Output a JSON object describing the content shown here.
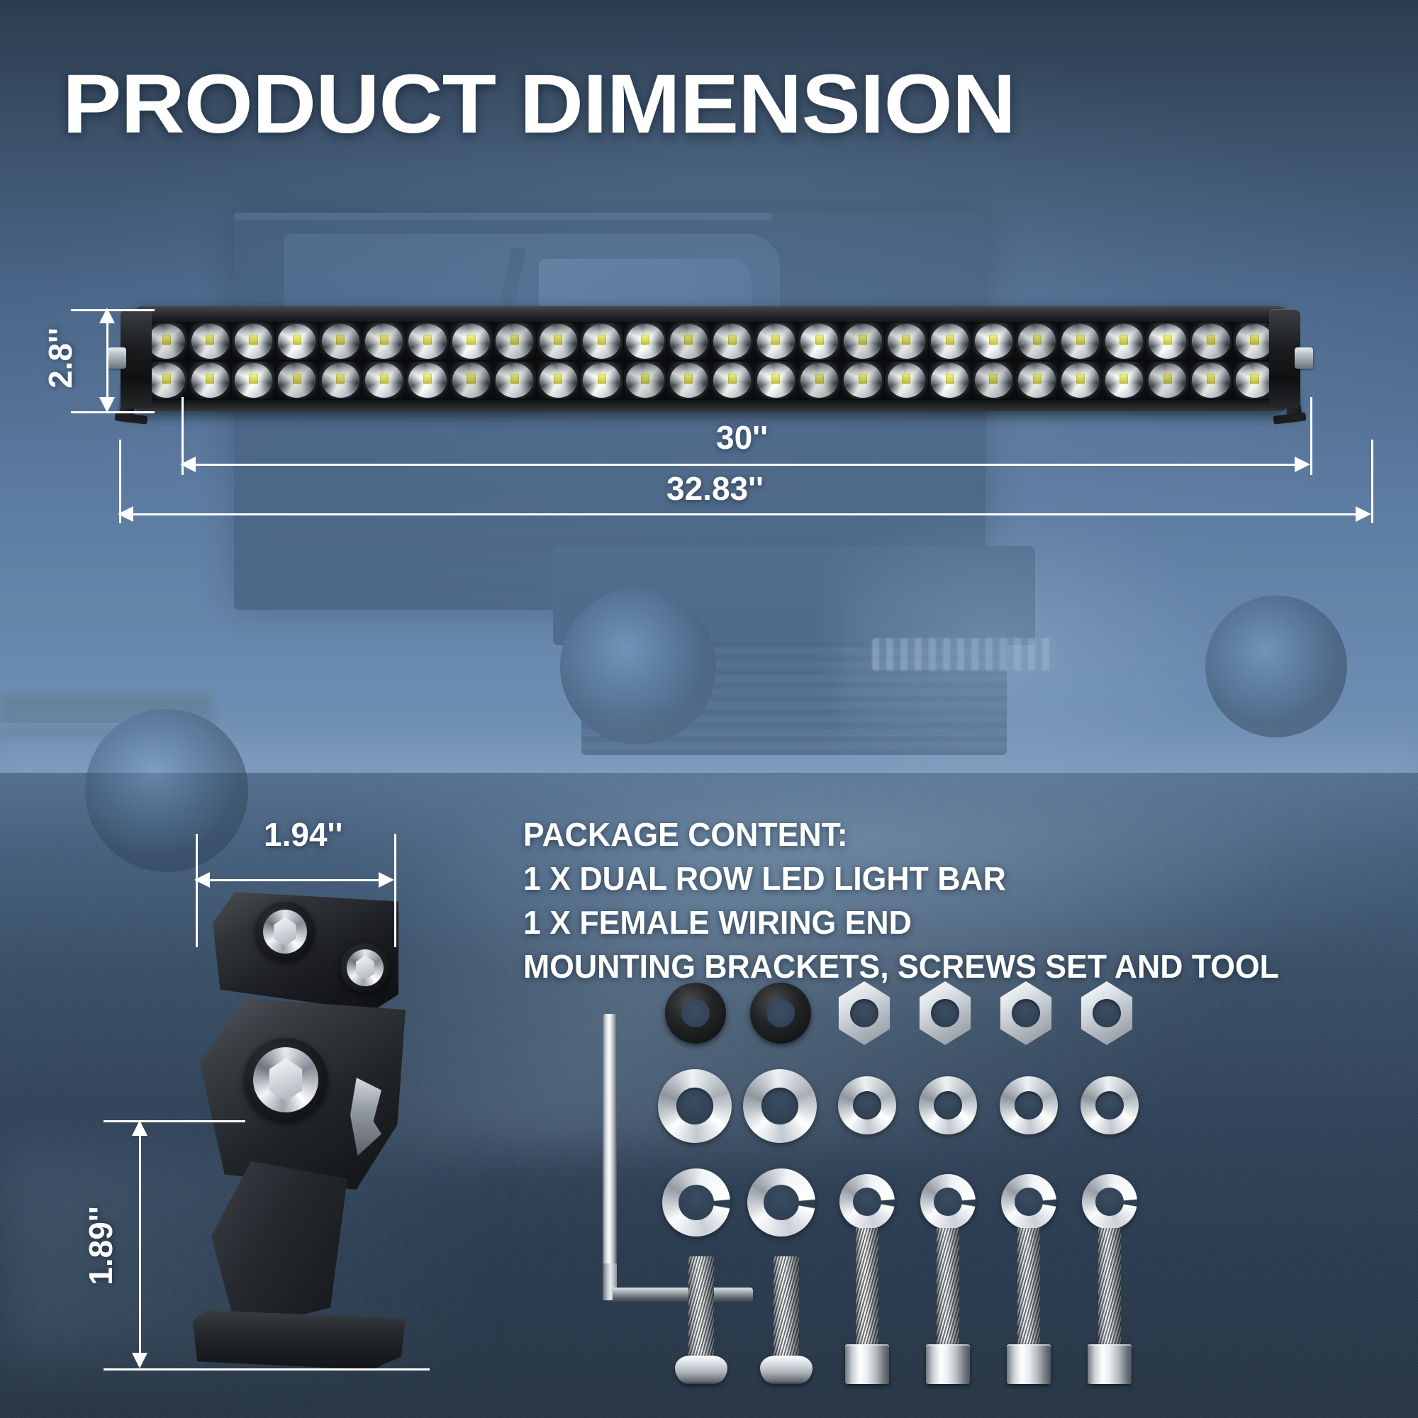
{
  "header": {
    "title": "PRODUCT DIMENSION"
  },
  "colors": {
    "text": "#ffffff",
    "dimension_line": "#ffffff",
    "background_sky_top": "#2b3c4f",
    "background_sky_bottom": "#7796b8",
    "background_ground": "#283646",
    "housing_black": "#0d0e10",
    "led_chip": "#d2d45f",
    "chrome": "#ffffff"
  },
  "dimensions": {
    "bar_height": "2.8''",
    "bar_led_length": "30''",
    "bar_total_length": "32.83''",
    "bracket_width": "1.94''",
    "bracket_height": "1.89''"
  },
  "product": {
    "type": "dual-row-led-light-bar",
    "lens_columns": 26,
    "lens_rows": 2
  },
  "package": {
    "heading": "PACKAGE CONTENT:",
    "items": [
      "1 X  DUAL ROW LED LIGHT BAR",
      "1 X FEMALE WIRING END",
      "MOUNTING BRACKETS, SCREWS SET AND TOOL"
    ]
  },
  "hardware": {
    "rows": [
      {
        "name": "rubber-washers",
        "count": 2
      },
      {
        "name": "hex-nuts",
        "count": 4
      },
      {
        "name": "flat-washers",
        "count": 6
      },
      {
        "name": "lock-washers",
        "count": 6
      },
      {
        "name": "round-head-bolts",
        "count": 2
      },
      {
        "name": "socket-cap-bolts",
        "count": 4
      },
      {
        "name": "allen-key",
        "count": 1
      }
    ]
  }
}
